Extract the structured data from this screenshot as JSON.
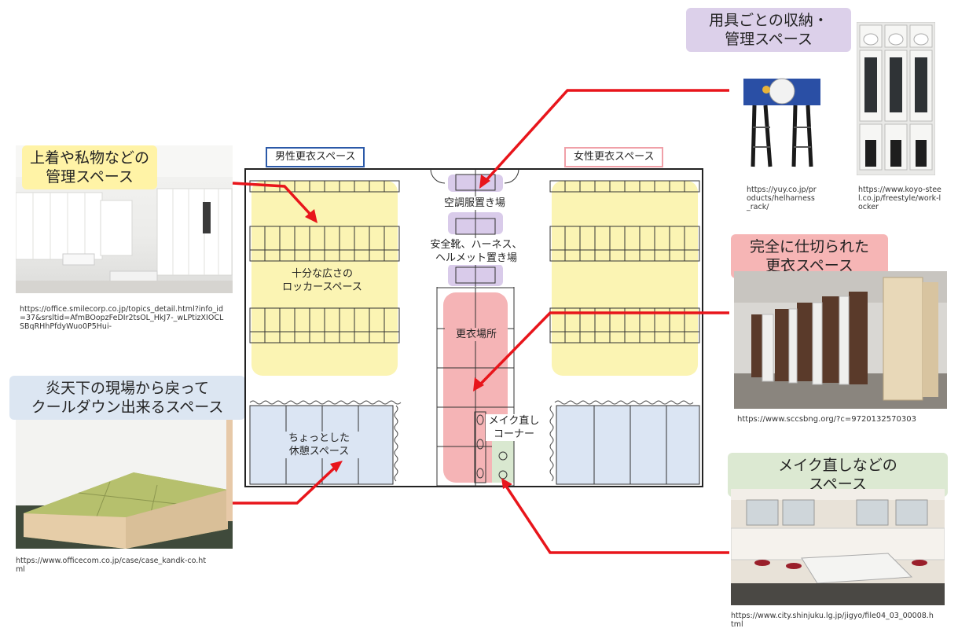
{
  "callouts": {
    "storage_mgmt": "用具ごとの収納・\n管理スペース",
    "outerwear_mgmt": "上着や私物などの\n管理スペース",
    "cooldown": "炎天下の現場から戻って\nクールダウン出来るスペース",
    "private_changing": "完全に仕切られた\n更衣スペース",
    "makeup": "メイク直しなどの\nスペース"
  },
  "sources": {
    "harness_rack": "https://yuy.co.jp/products/helharness_rack/",
    "locker": "https://www.koyo-steel.co.jp/freestyle/work-locker",
    "office_locker": "https://office.smilecorp.co.jp/topics_detail.html?info_id=37&srsltid=AfmBOopzFeDIr2tsOL_HkJ7-_wLPtizXIOCLSBqRHhPfdyWuo0P5Hui-",
    "changing_booth": "https://www.sccsbng.org/?c=9720132570303",
    "tatami": "https://www.officecom.co.jp/case/case_kandk-co.html",
    "makeup_room": "https://www.city.shinjuku.lg.jp/jigyo/file04_03_00008.html"
  },
  "plan": {
    "male_area": "男性更衣スペース",
    "female_area": "女性更衣スペース",
    "ac_clothes": "空調服置き場",
    "safety_gear": "安全靴、ハーネス、\nヘルメット置き場",
    "locker_space": "十分な広さの\nロッカースペース",
    "changing_place": "更衣場所",
    "makeup_corner": "メイク直し\nコーナー",
    "rest_space": "ちょっとした\n休憩スペース"
  },
  "colors": {
    "locker_zone": "#fbf4b3",
    "rest_zone": "#dbe5f3",
    "gear_zone": "#d9cbea",
    "changing_zone": "#f5b4b6",
    "makeup_zone": "#d9e8d0",
    "arrow": "#e8151b",
    "male_border": "#2b59a8",
    "female_border": "#f0a0a8"
  },
  "icons": [
    "harness-rack-image",
    "locker-image",
    "office-locker-image",
    "changing-booth-image",
    "tatami-image",
    "makeup-room-image"
  ]
}
